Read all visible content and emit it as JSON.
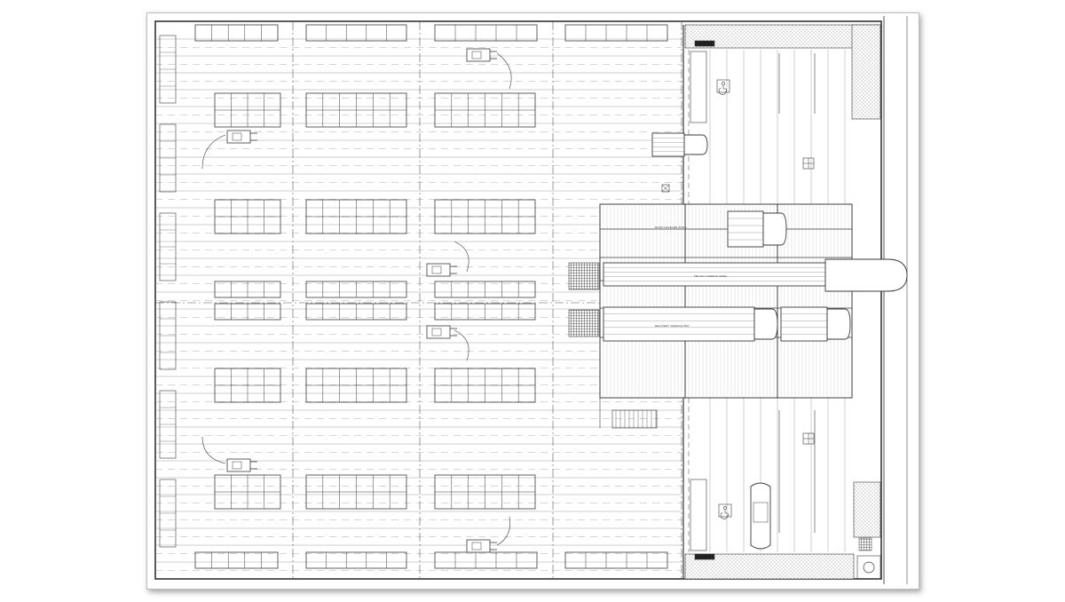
{
  "drawing": {
    "type": "warehouse floor plan",
    "view": "top-down architectural CAD plan",
    "line_color": "#3a3a3a",
    "paper_color": "#ffffff",
    "hatch_color": "#bdbdbd"
  },
  "labels": {
    "dock_upper_text": "DOCK LEVELER ZONE",
    "dock_middle_text": "TRUCK LOADING AREA",
    "dock_lower_text": "DELIVERY VEHICLE BAY"
  },
  "counts": {
    "forklifts": 6,
    "accessible_parking_symbols": 2,
    "north_marker": 1
  }
}
